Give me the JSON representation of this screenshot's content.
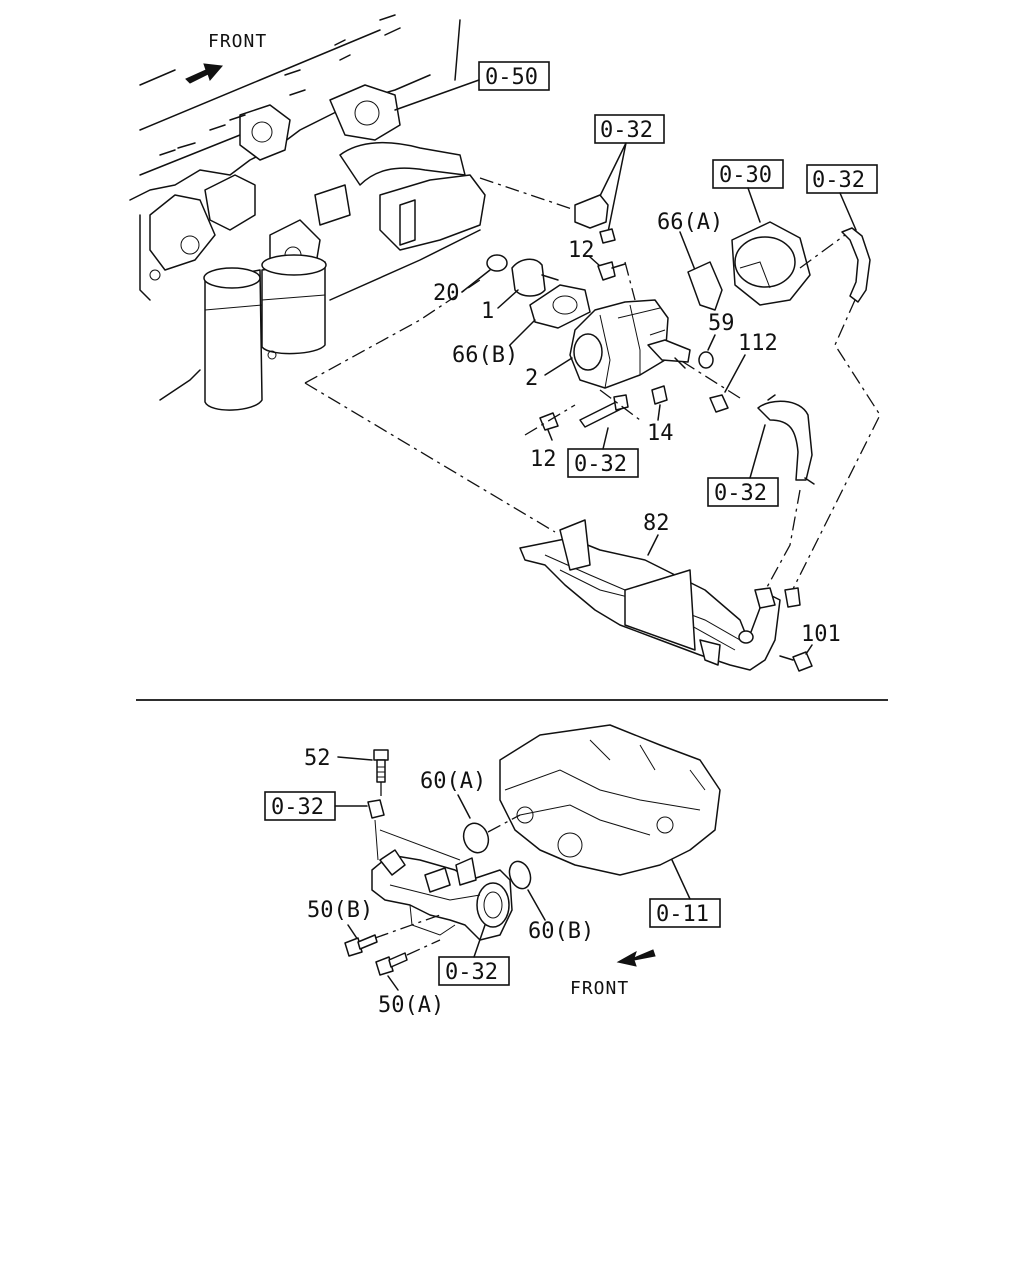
{
  "upper": {
    "front_label": "FRONT",
    "refs": {
      "r050": "0-50",
      "r032_top": "0-32",
      "r030": "0-30",
      "r032_right": "0-32",
      "r032_mid": "0-32",
      "r032_hose": "0-32"
    },
    "callouts": {
      "c12_top": "12",
      "c66a": "66(A)",
      "c20": "20",
      "c1": "1",
      "c59": "59",
      "c112": "112",
      "c66b": "66(B)",
      "c2": "2",
      "c14": "14",
      "c12_bottom": "12",
      "c82": "82",
      "c101": "101"
    }
  },
  "lower": {
    "front_label": "FRONT",
    "refs": {
      "r032_left": "0-32",
      "r011": "0-11",
      "r032_bottom": "0-32"
    },
    "callouts": {
      "c52": "52",
      "c60a": "60(A)",
      "c60b": "60(B)",
      "c50b": "50(B)",
      "c50a": "50(A)"
    }
  }
}
